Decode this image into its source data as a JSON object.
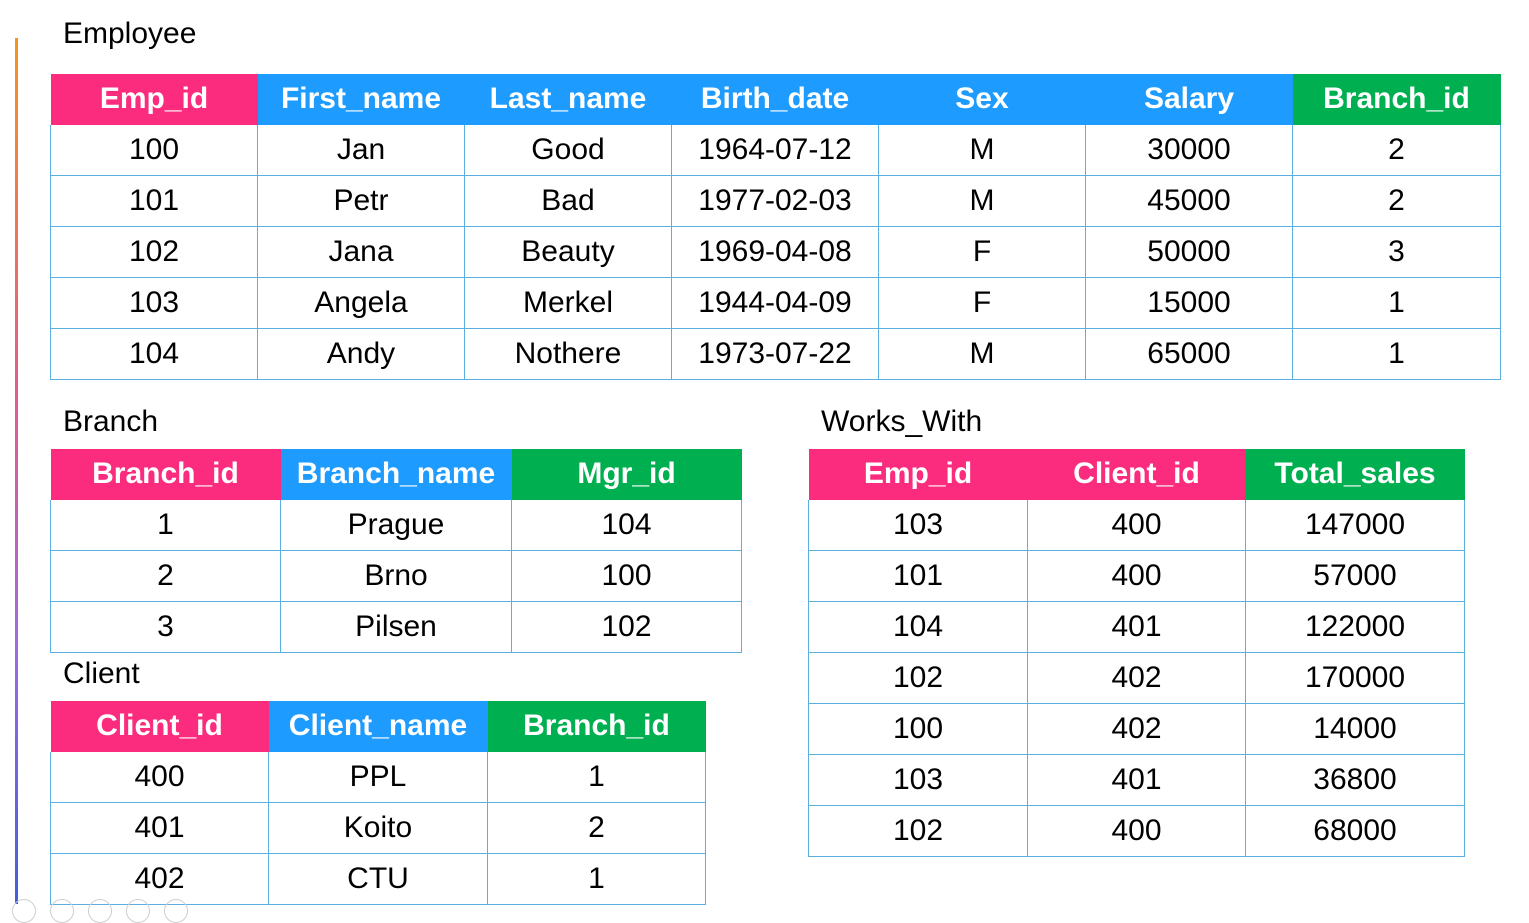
{
  "employee": {
    "caption": "Employee",
    "headers": [
      "Emp_id",
      "First_name",
      "Last_name",
      "Birth_date",
      "Sex",
      "Salary",
      "Branch_id"
    ],
    "rows": [
      [
        "100",
        "Jan",
        "Good",
        "1964-07-12",
        "M",
        "30000",
        "2"
      ],
      [
        "101",
        "Petr",
        "Bad",
        "1977-02-03",
        "M",
        "45000",
        "2"
      ],
      [
        "102",
        "Jana",
        "Beauty",
        "1969-04-08",
        "F",
        "50000",
        "3"
      ],
      [
        "103",
        "Angela",
        "Merkel",
        "1944-04-09",
        "F",
        "15000",
        "1"
      ],
      [
        "104",
        "Andy",
        "Nothere",
        "1973-07-22",
        "M",
        "65000",
        "1"
      ]
    ]
  },
  "branch": {
    "caption": "Branch",
    "headers": [
      "Branch_id",
      "Branch_name",
      "Mgr_id"
    ],
    "rows": [
      [
        "1",
        "Prague",
        "104"
      ],
      [
        "2",
        "Brno",
        "100"
      ],
      [
        "3",
        "Pilsen",
        "102"
      ]
    ]
  },
  "client": {
    "caption": "Client",
    "headers": [
      "Client_id",
      "Client_name",
      "Branch_id"
    ],
    "rows": [
      [
        "400",
        "PPL",
        "1"
      ],
      [
        "401",
        "Koito",
        "2"
      ],
      [
        "402",
        "CTU",
        "1"
      ]
    ]
  },
  "works_with": {
    "caption": "Works_With",
    "headers": [
      "Emp_id",
      "Client_id",
      "Total_sales"
    ],
    "rows": [
      [
        "103",
        "400",
        "147000"
      ],
      [
        "101",
        "400",
        "57000"
      ],
      [
        "104",
        "401",
        "122000"
      ],
      [
        "102",
        "402",
        "170000"
      ],
      [
        "100",
        "402",
        "14000"
      ],
      [
        "103",
        "401",
        "36800"
      ],
      [
        "102",
        "400",
        "68000"
      ]
    ]
  },
  "colors": {
    "primary_key_header": "#fb2c7e",
    "column_header": "#1e9bff",
    "foreign_key_header": "#00b050",
    "cell_border": "#5aaee0"
  }
}
